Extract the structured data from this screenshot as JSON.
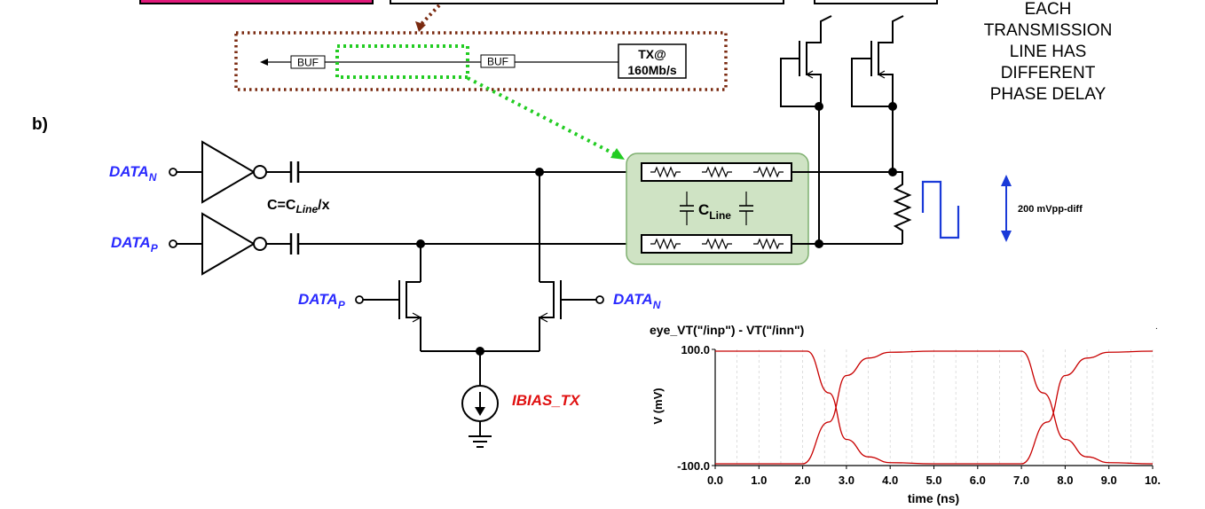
{
  "panel_label": "b)",
  "note": [
    "EACH",
    "TRANSMISSION",
    "LINE HAS",
    "DIFFERENT",
    "PHASE DELAY"
  ],
  "top_schematic": {
    "buf_left": "BUF",
    "buf_right": "BUF",
    "tx_line1": "TX@",
    "tx_line2": "160Mb/s"
  },
  "inputs": {
    "data_n": {
      "base": "DATA",
      "sub": "N"
    },
    "data_p": {
      "base": "DATA",
      "sub": "P"
    }
  },
  "diff_pair": {
    "left_in": {
      "base": "DATA",
      "sub": "P"
    },
    "right_in": {
      "base": "DATA",
      "sub": "N"
    }
  },
  "cap_label": {
    "prefix": "C=C",
    "sub": "Line",
    "suffix": "/x"
  },
  "cline_label": {
    "base": "C",
    "sub": "Line"
  },
  "swing_label": "200 mVpp-diff",
  "bias_label": "IBIAS_TX",
  "colors": {
    "blue_text": "#2a2aff",
    "red_text": "#e01010",
    "trace": "#c80000",
    "tline_fill": "#cfe3c4",
    "dotted_brown": "#7a2a10",
    "dotted_green": "#22cc22"
  },
  "chart_data": {
    "type": "line",
    "title": "eye_VT(\"/inp\") - VT(\"/inn\")",
    "xlabel": "time (ns)",
    "ylabel": "V (mV)",
    "xlim": [
      0,
      10
    ],
    "ylim": [
      -100,
      100
    ],
    "x_ticks": [
      "0.0",
      "1.0",
      "2.0",
      "3.0",
      "4.0",
      "5.0",
      "6.0",
      "7.0",
      "8.0",
      "9.0",
      "10."
    ],
    "y_ticks": [
      "100.0",
      "-100.0"
    ],
    "series": [
      {
        "x": [
          0,
          2.1,
          2.6,
          3.0,
          3.5,
          4.0,
          5.0,
          7.0,
          7.6,
          8.0,
          8.5,
          9.0,
          10.0
        ],
        "values": [
          97,
          97,
          25,
          -55,
          -85,
          -95,
          -97,
          -97,
          -25,
          55,
          85,
          95,
          97
        ]
      },
      {
        "x": [
          0,
          2.0,
          2.6,
          3.0,
          3.5,
          4.0,
          5.0,
          7.0,
          7.5,
          8.0,
          8.5,
          9.0,
          10.0
        ],
        "values": [
          -97,
          -97,
          -25,
          55,
          85,
          95,
          97,
          97,
          25,
          -55,
          -85,
          -95,
          -97
        ]
      }
    ]
  }
}
